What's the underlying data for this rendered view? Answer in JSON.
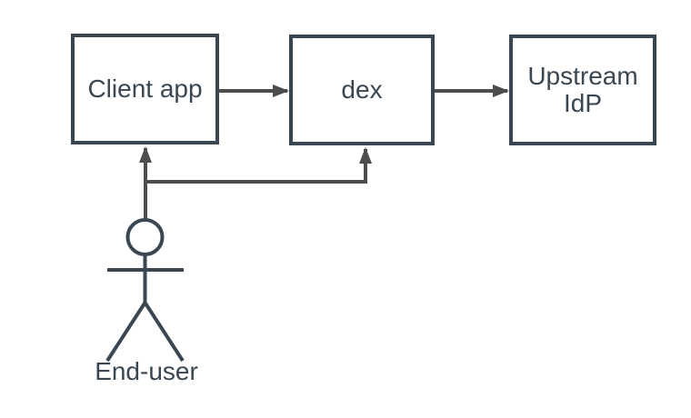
{
  "diagram": {
    "type": "flow-diagram",
    "nodes": [
      {
        "id": "client-app",
        "label": "Client app"
      },
      {
        "id": "dex",
        "label": "dex"
      },
      {
        "id": "upstream-idp",
        "label": "Upstream IdP"
      }
    ],
    "actor": {
      "id": "end-user",
      "label": "End-user",
      "icon": "stick-figure-actor-icon"
    },
    "edges": [
      {
        "from": "client-app",
        "to": "dex"
      },
      {
        "from": "dex",
        "to": "upstream-idp"
      },
      {
        "from": "end-user",
        "to": "client-app"
      },
      {
        "from": "end-user",
        "to": "dex"
      }
    ],
    "colors": {
      "background": "#ffffff",
      "node_stroke": "#3a4752",
      "node_fill": "#ffffff",
      "edge": "#4d4d4d",
      "label": "#3a4752"
    }
  }
}
